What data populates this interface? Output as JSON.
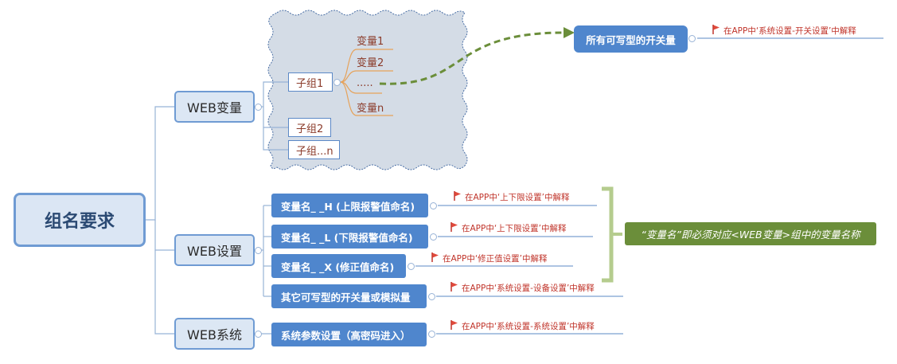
{
  "root": {
    "label": "组名要求"
  },
  "branches": [
    {
      "label": "WEB变量"
    },
    {
      "label": "WEB设置"
    },
    {
      "label": "WEB系统"
    }
  ],
  "web_var": {
    "subgroups": [
      "子组1",
      "子组2",
      "子组...n"
    ],
    "vars": [
      "变量1",
      "变量2",
      ".....",
      "变量n"
    ],
    "target": "所有可写型的开关量",
    "target_note": "在APP中‘系统设置-开关设置’中解释"
  },
  "web_set": {
    "items": [
      {
        "label": "变量名_ _H (上限报警值命名)",
        "note": "在APP中‘上下限设置’中解释"
      },
      {
        "label": "变量名_ _L (下限报警值命名)",
        "note": "在APP中‘上下限设置’中解释"
      },
      {
        "label": "变量名_ _X (修正值命名)",
        "note": "在APP中‘修正值设置’中解释"
      },
      {
        "label": "其它可写型的开关量或模拟量",
        "note": "在APP中‘系统设置-设备设置’中解释"
      }
    ],
    "callout": "“变量名”即必须对应<WEB变量>组中的变量名称"
  },
  "web_sys": {
    "item": {
      "label": "系统参数设置（高密码进入）",
      "note": "在APP中‘系统设置-系统设置’中解释"
    }
  },
  "colors": {
    "accent_blue": "#4f86cd",
    "node_fill": "#dce7f4",
    "callout_green": "#6b8e3a",
    "note_red": "#c0342a",
    "connector_orange": "#e6a25a"
  }
}
